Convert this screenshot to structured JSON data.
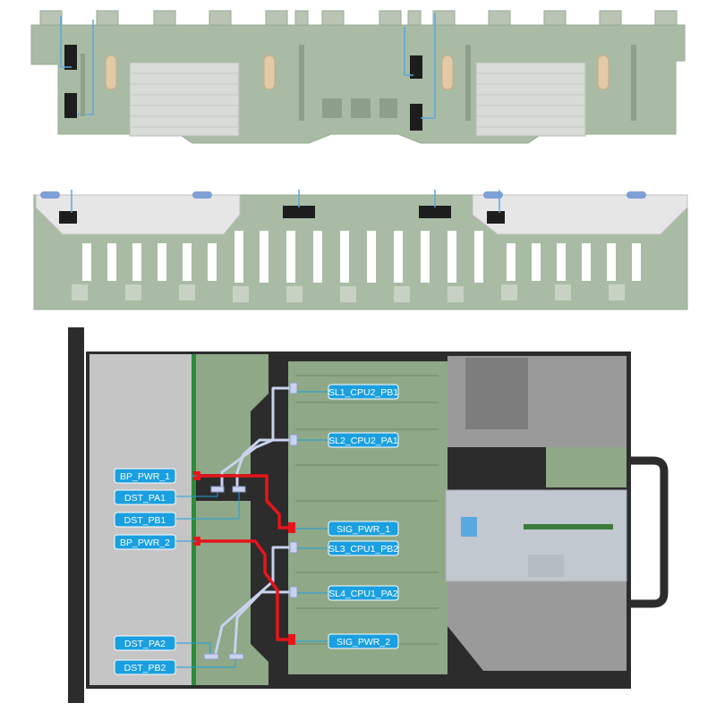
{
  "diagram": {
    "left_labels": [
      {
        "id": "bp_pwr_1",
        "text": "BP_PWR_1"
      },
      {
        "id": "dst_pa1",
        "text": "DST_PA1"
      },
      {
        "id": "dst_pb1",
        "text": "DST_PB1"
      },
      {
        "id": "bp_pwr_2",
        "text": "BP_PWR_2"
      },
      {
        "id": "dst_pa2",
        "text": "DST_PA2"
      },
      {
        "id": "dst_pb2",
        "text": "DST_PB2"
      }
    ],
    "right_labels": [
      {
        "id": "sl1_cpu2_pb1",
        "text": "SL1_CPU2_PB1"
      },
      {
        "id": "sl2_cpu2_pa1",
        "text": "SL2_CPU2_PA1"
      },
      {
        "id": "sig_pwr_1",
        "text": "SIG_PWR_1"
      },
      {
        "id": "sl3_cpu1_pb2",
        "text": "SL3_CPU1_PB2"
      },
      {
        "id": "sl4_cpu1_pa2",
        "text": "SL4_CPU1_PA2"
      },
      {
        "id": "sig_pwr_2",
        "text": "SIG_PWR_2"
      }
    ],
    "colors": {
      "label_bg": "#1a9fe0",
      "power_cable": "#e8141b",
      "signal_cable": "#c9d2ee",
      "board_green": "#8fa887",
      "chassis_dark": "#2c2c2c",
      "bay_gray": "#c5c5c5"
    }
  }
}
